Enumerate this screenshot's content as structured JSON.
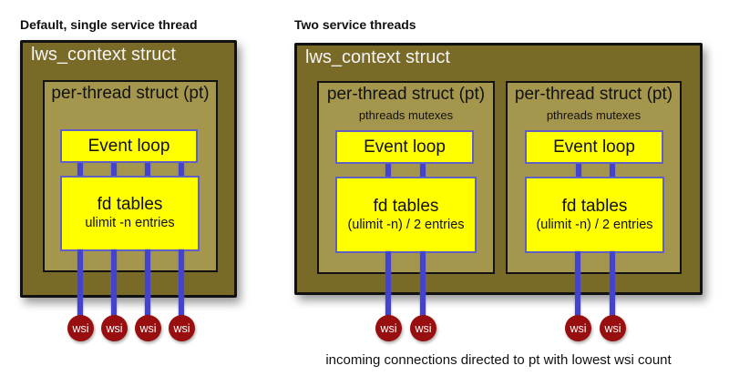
{
  "colors": {
    "context_fill": "#7a6a27",
    "pt_fill": "#a5964e",
    "box_yellow": "#ffff00",
    "yellow_border": "#6060c4",
    "connector_blue": "#4343cc",
    "wsi_red": "#990e0e",
    "context_label_text": "#f4f4f4",
    "text_black": "#111111"
  },
  "left_panel": {
    "title": "Default, single service thread",
    "context_label": "lws_context struct",
    "pt": {
      "label": "per-thread struct (pt)",
      "event_loop_label": "Event loop",
      "fd_title": "fd tables",
      "fd_subtitle": "ulimit -n entries"
    },
    "wsi": [
      "wsi",
      "wsi",
      "wsi",
      "wsi"
    ]
  },
  "right_panel": {
    "title": "Two service threads",
    "context_label": "lws_context struct",
    "pts": [
      {
        "label": "per-thread struct (pt)",
        "mutex_label": "pthreads mutexes",
        "event_loop_label": "Event loop",
        "fd_title": "fd tables",
        "fd_subtitle": "(ulimit -n) / 2 entries",
        "wsi": [
          "wsi",
          "wsi"
        ]
      },
      {
        "label": "per-thread struct (pt)",
        "mutex_label": "pthreads mutexes",
        "event_loop_label": "Event loop",
        "fd_title": "fd tables",
        "fd_subtitle": "(ulimit -n) / 2 entries",
        "wsi": [
          "wsi",
          "wsi"
        ]
      }
    ],
    "caption": "incoming connections directed to pt with lowest wsi count"
  }
}
